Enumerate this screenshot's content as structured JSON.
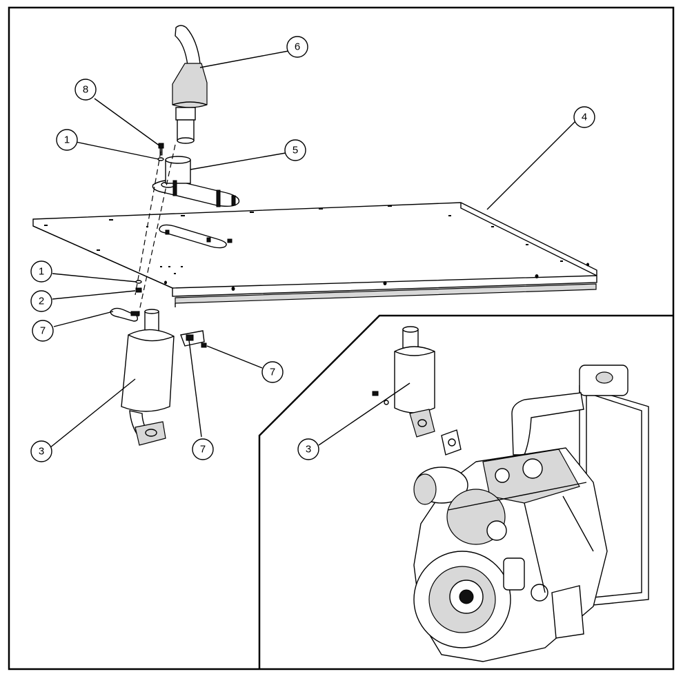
{
  "callouts": [
    {
      "id": "c6",
      "label": "6"
    },
    {
      "id": "c8",
      "label": "8"
    },
    {
      "id": "c1a",
      "label": "1"
    },
    {
      "id": "c5",
      "label": "5"
    },
    {
      "id": "c4",
      "label": "4"
    },
    {
      "id": "c1b",
      "label": "1"
    },
    {
      "id": "c2",
      "label": "2"
    },
    {
      "id": "c7a",
      "label": "7"
    },
    {
      "id": "c7b",
      "label": "7"
    },
    {
      "id": "c3a",
      "label": "3"
    },
    {
      "id": "c7c",
      "label": "7"
    },
    {
      "id": "c3b",
      "label": "3"
    }
  ]
}
